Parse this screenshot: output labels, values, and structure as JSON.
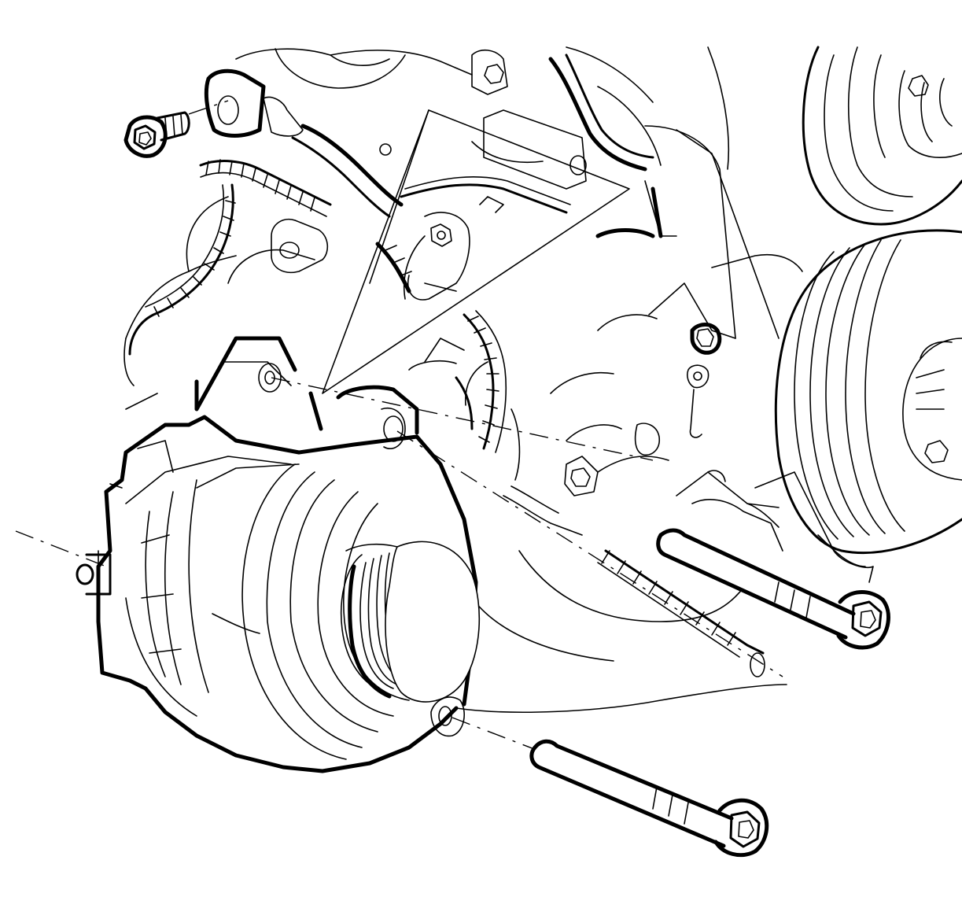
{
  "diagram": {
    "kind": "technical line drawing",
    "colors": {
      "ink": "#000000",
      "paper": "#ffffff"
    },
    "parts": [
      {
        "id": "generator",
        "icon": "alternator-icon"
      },
      {
        "id": "generator-pulley",
        "icon": "pulley-icon"
      },
      {
        "id": "mounting-bolt-upper",
        "icon": "bolt-icon"
      },
      {
        "id": "mounting-bolt-lower",
        "icon": "bolt-icon"
      },
      {
        "id": "bracket-bolt",
        "icon": "bolt-icon"
      },
      {
        "id": "mounting-bracket",
        "icon": "bracket-icon"
      },
      {
        "id": "crankshaft-balancer",
        "icon": "balancer-icon"
      },
      {
        "id": "wiring-harness",
        "icon": "harness-icon"
      },
      {
        "id": "engine-block",
        "icon": "engine-icon"
      }
    ]
  }
}
